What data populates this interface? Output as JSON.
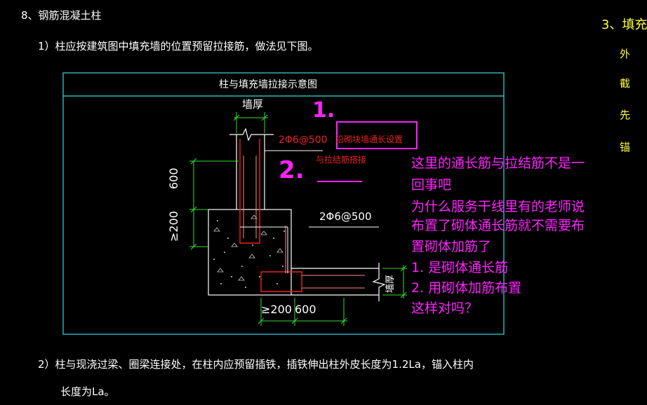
{
  "header": {
    "section_title": "8、钢筋混凝土柱",
    "item1": "1）柱应按建筑图中填充墙的位置预留拉接筋，做法见下图。",
    "item2_line1": "2）柱与现浇过梁、圈梁连接处，在柱内应预留插铁，插铁伸出柱外皮长度为1.2La，锚入柱内",
    "item2_line2": "长度为La。"
  },
  "right_edge": {
    "line1": "3、填充",
    "line2": "外",
    "line3": "截",
    "line4": "先",
    "line5": "锚"
  },
  "figure": {
    "title": "柱与填充墙拉接示意图",
    "wall_thickness": "墙厚",
    "rebar_top": "2Φ6@500",
    "rebar_top_note": "沿砌块墙通长设置",
    "rebar_top_note2": "与拉结筋搭接",
    "rebar_right": "2Φ6@500",
    "dim_600_v": "600",
    "dim_200_v": "≥200",
    "dim_200_h": "≥200",
    "dim_600_h": "600",
    "wall_thickness_right": "墙厚"
  },
  "markup": {
    "label1": "1.",
    "label2": "2.",
    "color": "#ff22ff"
  },
  "note": {
    "lines": [
      "这里的通长筋与拉结筋不是一",
      "回事吧",
      "为什么服务干线里有的老师说",
      "布置了砌体通长筋就不需要布",
      "置砌体加筋了",
      "1. 是砌体通长筋",
      "2. 用砌体加筋布置",
      "这样对吗？"
    ]
  }
}
